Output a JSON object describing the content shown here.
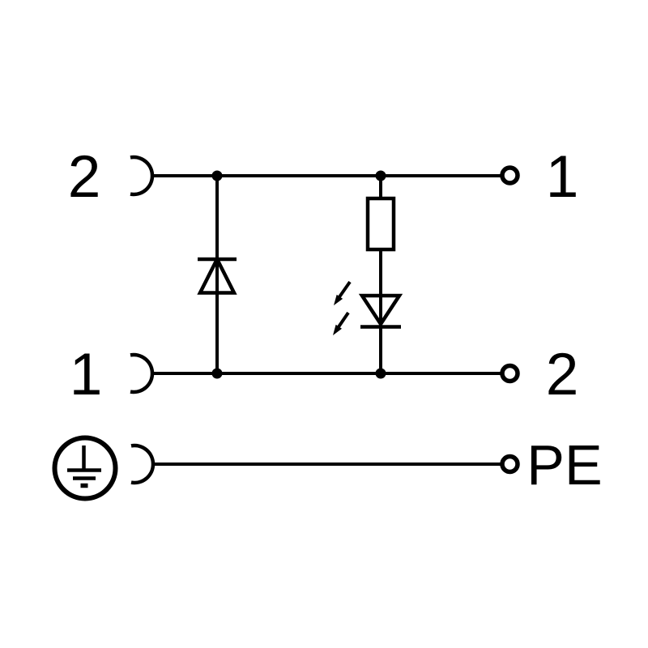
{
  "diagram": {
    "type": "connector-wiring-schematic",
    "colors": {
      "background": "#ffffff",
      "line": "#000000"
    },
    "labels": {
      "row1_left": "2",
      "row1_right": "1",
      "row2_left": "1",
      "row2_right": "2",
      "row3_right": "PE"
    },
    "rows": [
      {
        "left_pin": "2",
        "right_pin": "1"
      },
      {
        "left_pin": "1",
        "right_pin": "2"
      },
      {
        "left_pin": "earth-ground-symbol",
        "right_pin": "PE"
      }
    ],
    "components": [
      {
        "icon": "suppressor-diode-icon",
        "branch": "left",
        "between_rows": [
          1,
          2
        ]
      },
      {
        "icon": "resistor-icon",
        "branch": "right",
        "between_rows": [
          1,
          2
        ]
      },
      {
        "icon": "led-icon",
        "branch": "right",
        "between_rows": [
          1,
          2
        ]
      },
      {
        "icon": "earth-ground-icon",
        "row": 3
      }
    ],
    "icon_legend": {
      "socket-contact-icon": "open arc (female contact)",
      "terminal-circle-icon": "open circle terminal",
      "junction-dot-icon": "filled connection dot",
      "led-arrows-icon": "two emission arrows pointing away from LED"
    }
  }
}
